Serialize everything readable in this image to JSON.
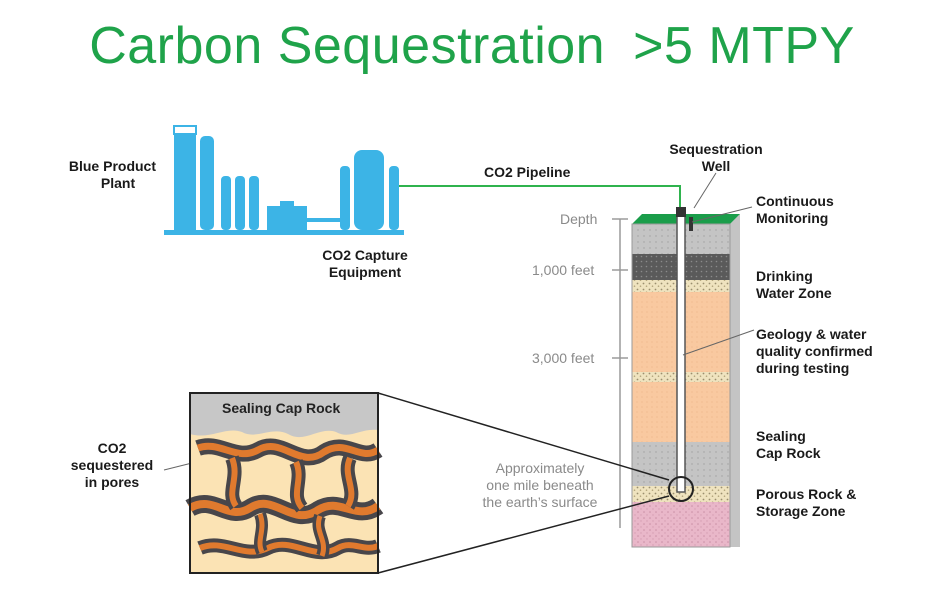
{
  "title": {
    "main": "Carbon Sequestration",
    "target": ">5 MTPY"
  },
  "colors": {
    "brand_green": "#1fa34a",
    "plant_blue": "#3cb4e6",
    "pipeline_green": "#2fb34e",
    "sandstone": "#f9c9a0",
    "cap_rock": "#b9b9b9",
    "storage": "#e9b7c9"
  },
  "labels": {
    "plant_line1": "Blue Product",
    "plant_line2": "Plant",
    "capture_line1": "CO2 Capture",
    "capture_line2": "Equipment",
    "pipeline": "CO2 Pipeline",
    "well_line1": "Sequestration",
    "well_line2": "Well",
    "monitoring_line1": "Continuous",
    "monitoring_line2": "Monitoring",
    "drinking_line1": "Drinking",
    "drinking_line2": "Water Zone",
    "geology_line1": "Geology & water",
    "geology_line2": "quality confirmed",
    "geology_line3": "during testing",
    "sealing_line1": "Sealing",
    "sealing_line2": "Cap Rock",
    "porous_line1": "Porous Rock &",
    "porous_line2": "Storage Zone",
    "depth": "Depth",
    "depth_1000": "1,000 feet",
    "depth_3000": "3,000 feet",
    "approx_line1": "Approximately",
    "approx_line2": "one mile beneath",
    "approx_line3": "the earth’s surface",
    "inset_title": "Sealing Cap Rock",
    "pores_line1": "CO2",
    "pores_line2": "sequestered",
    "pores_line3": "in pores"
  }
}
